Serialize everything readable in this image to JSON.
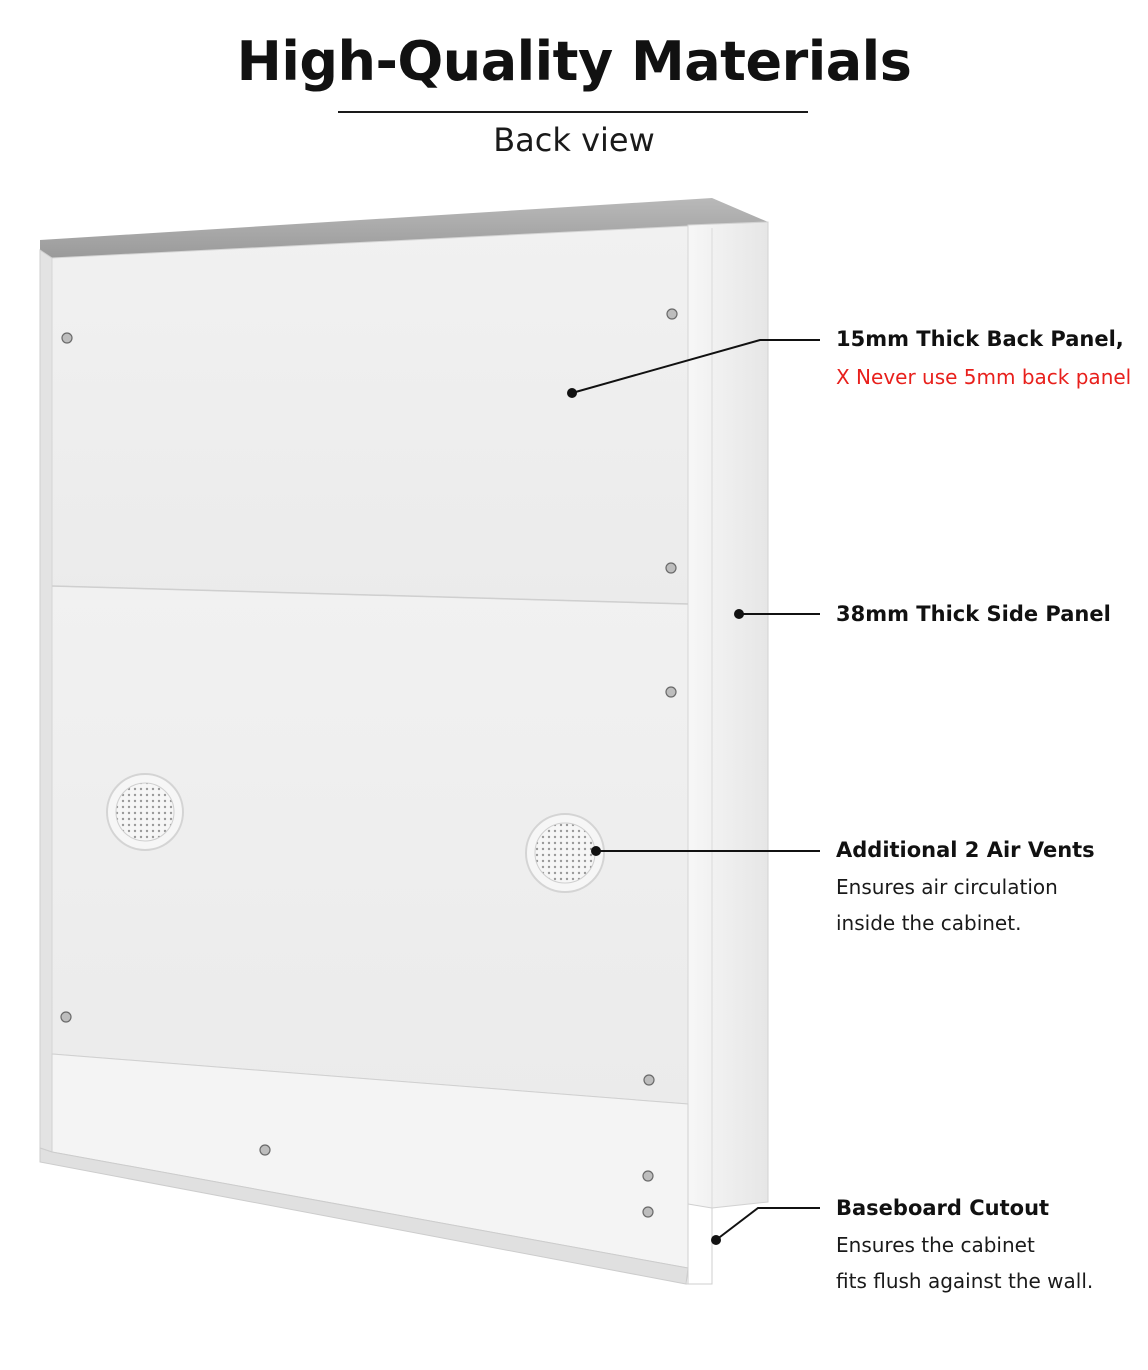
{
  "header": {
    "title": "High-Quality Materials",
    "subtitle": "Back view"
  },
  "callouts": {
    "back_panel": {
      "title": "15mm Thick Back Panel,",
      "warning": "X Never use 5mm back panel"
    },
    "side_panel": {
      "title": "38mm Thick Side Panel"
    },
    "air_vents": {
      "title": "Additional 2 Air Vents",
      "line1": "Ensures air circulation",
      "line2": "inside the cabinet."
    },
    "baseboard": {
      "title": "Baseboard Cutout",
      "line1": "Ensures the cabinet",
      "line2": "fits flush against the wall."
    }
  },
  "colors": {
    "warning": "#e8201c",
    "panel_white": "#f3f3f3",
    "top_edge_gray": "#a9a9a9",
    "leader_line": "#111111"
  }
}
